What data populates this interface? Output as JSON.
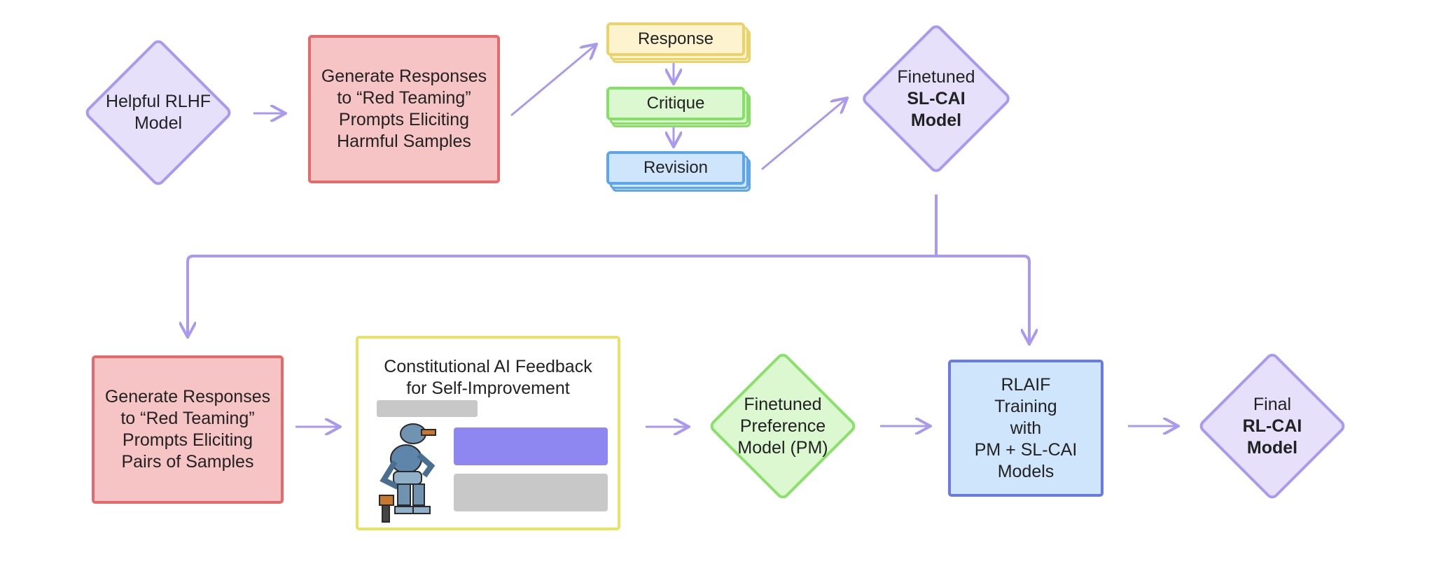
{
  "stage1": {
    "helpful_model": "Helpful RLHF\nModel",
    "generate_harmful": "Generate Responses\nto “Red Teaming”\nPrompts Eliciting\nHarmful Samples",
    "response": "Response",
    "critique": "Critique",
    "revision": "Revision",
    "finetuned_line1": "Finetuned",
    "finetuned_line2": "SL-CAI",
    "finetuned_line3": "Model"
  },
  "stage2": {
    "generate_pairs": "Generate Responses\nto “Red Teaming”\nPrompts Eliciting\nPairs of Samples",
    "feedback_title": "Constitutional AI Feedback\nfor Self-Improvement",
    "preference_model": "Finetuned\nPreference\nModel (PM)",
    "rlaif": "RLAIF\nTraining\nwith\nPM + SL-CAI\nModels",
    "final_line1": "Final",
    "final_line2": "RL-CAI",
    "final_line3": "Model"
  },
  "colors": {
    "arrow": "#a99af0",
    "purple_bar": "#8f87f1",
    "gray_bar": "#c8c8c8"
  }
}
